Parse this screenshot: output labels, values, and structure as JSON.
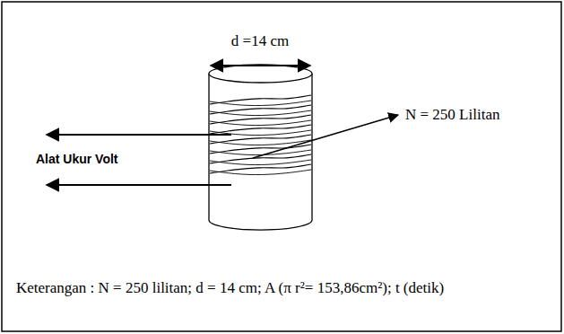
{
  "diagram": {
    "caption": "Keterangan : N = 250 lilitan; d = 14 cm; A (π r²= 153,86cm²); t (detik)",
    "labels": [
      "d =14 cm",
      "N = 250 Lilitan",
      "Alat Ukur Volt"
    ]
  }
}
